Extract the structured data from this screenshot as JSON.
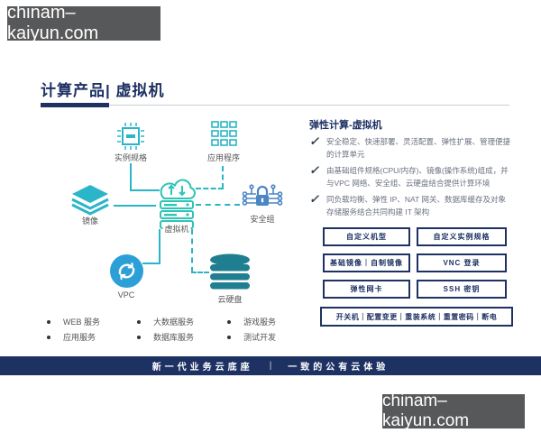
{
  "watermark": {
    "text": "chinam–kaiyun.com"
  },
  "slide": {
    "title": "计算产品| 虚拟机",
    "footer": {
      "left": "新一代业务云底座",
      "divider": "|",
      "right": "一致的公有云体验"
    }
  },
  "diagram": {
    "nodes": {
      "spec": "实例规格",
      "app": "应用程序",
      "image": "镜像",
      "vm": "虚拟机",
      "sg": "安全组",
      "vpc": "VPC",
      "disk": "云硬盘"
    },
    "services": [
      [
        "WEB 服务",
        "应用服务"
      ],
      [
        "大数据服务",
        "数据库服务"
      ],
      [
        "游戏服务",
        "测试开发"
      ]
    ]
  },
  "panel": {
    "heading": "弹性计算-虚拟机",
    "bullets": [
      "安全稳定、快速部署、灵活配置、弹性扩展、管理便捷的计算单元",
      "由基础组件规格(CPU/内存)、镜像(操作系统)组成，并与VPC 网络、安全组、云硬盘结合提供计算环境",
      "同负载均衡、弹性 IP、NAT 网关、数据库缓存及对象存储服务结合共同构建 IT 架构"
    ],
    "feature_boxes": [
      "自定义机型",
      "自定义实例规格",
      "基础镜像｜自制镜像",
      "VNC 登录",
      "弹性网卡",
      "SSH 密钥"
    ],
    "action_box": "开关机｜配置变更｜重装系统｜重置密码｜断电"
  },
  "colors": {
    "navy": "#1e3163",
    "teal": "#2ab5c8",
    "vm_teal": "#2ec4b6",
    "vpc_blue": "#2b9fd8",
    "disk_teal": "#1f7e8f",
    "lock_blue": "#4a86c5",
    "watermark_bg": "#57585a"
  }
}
